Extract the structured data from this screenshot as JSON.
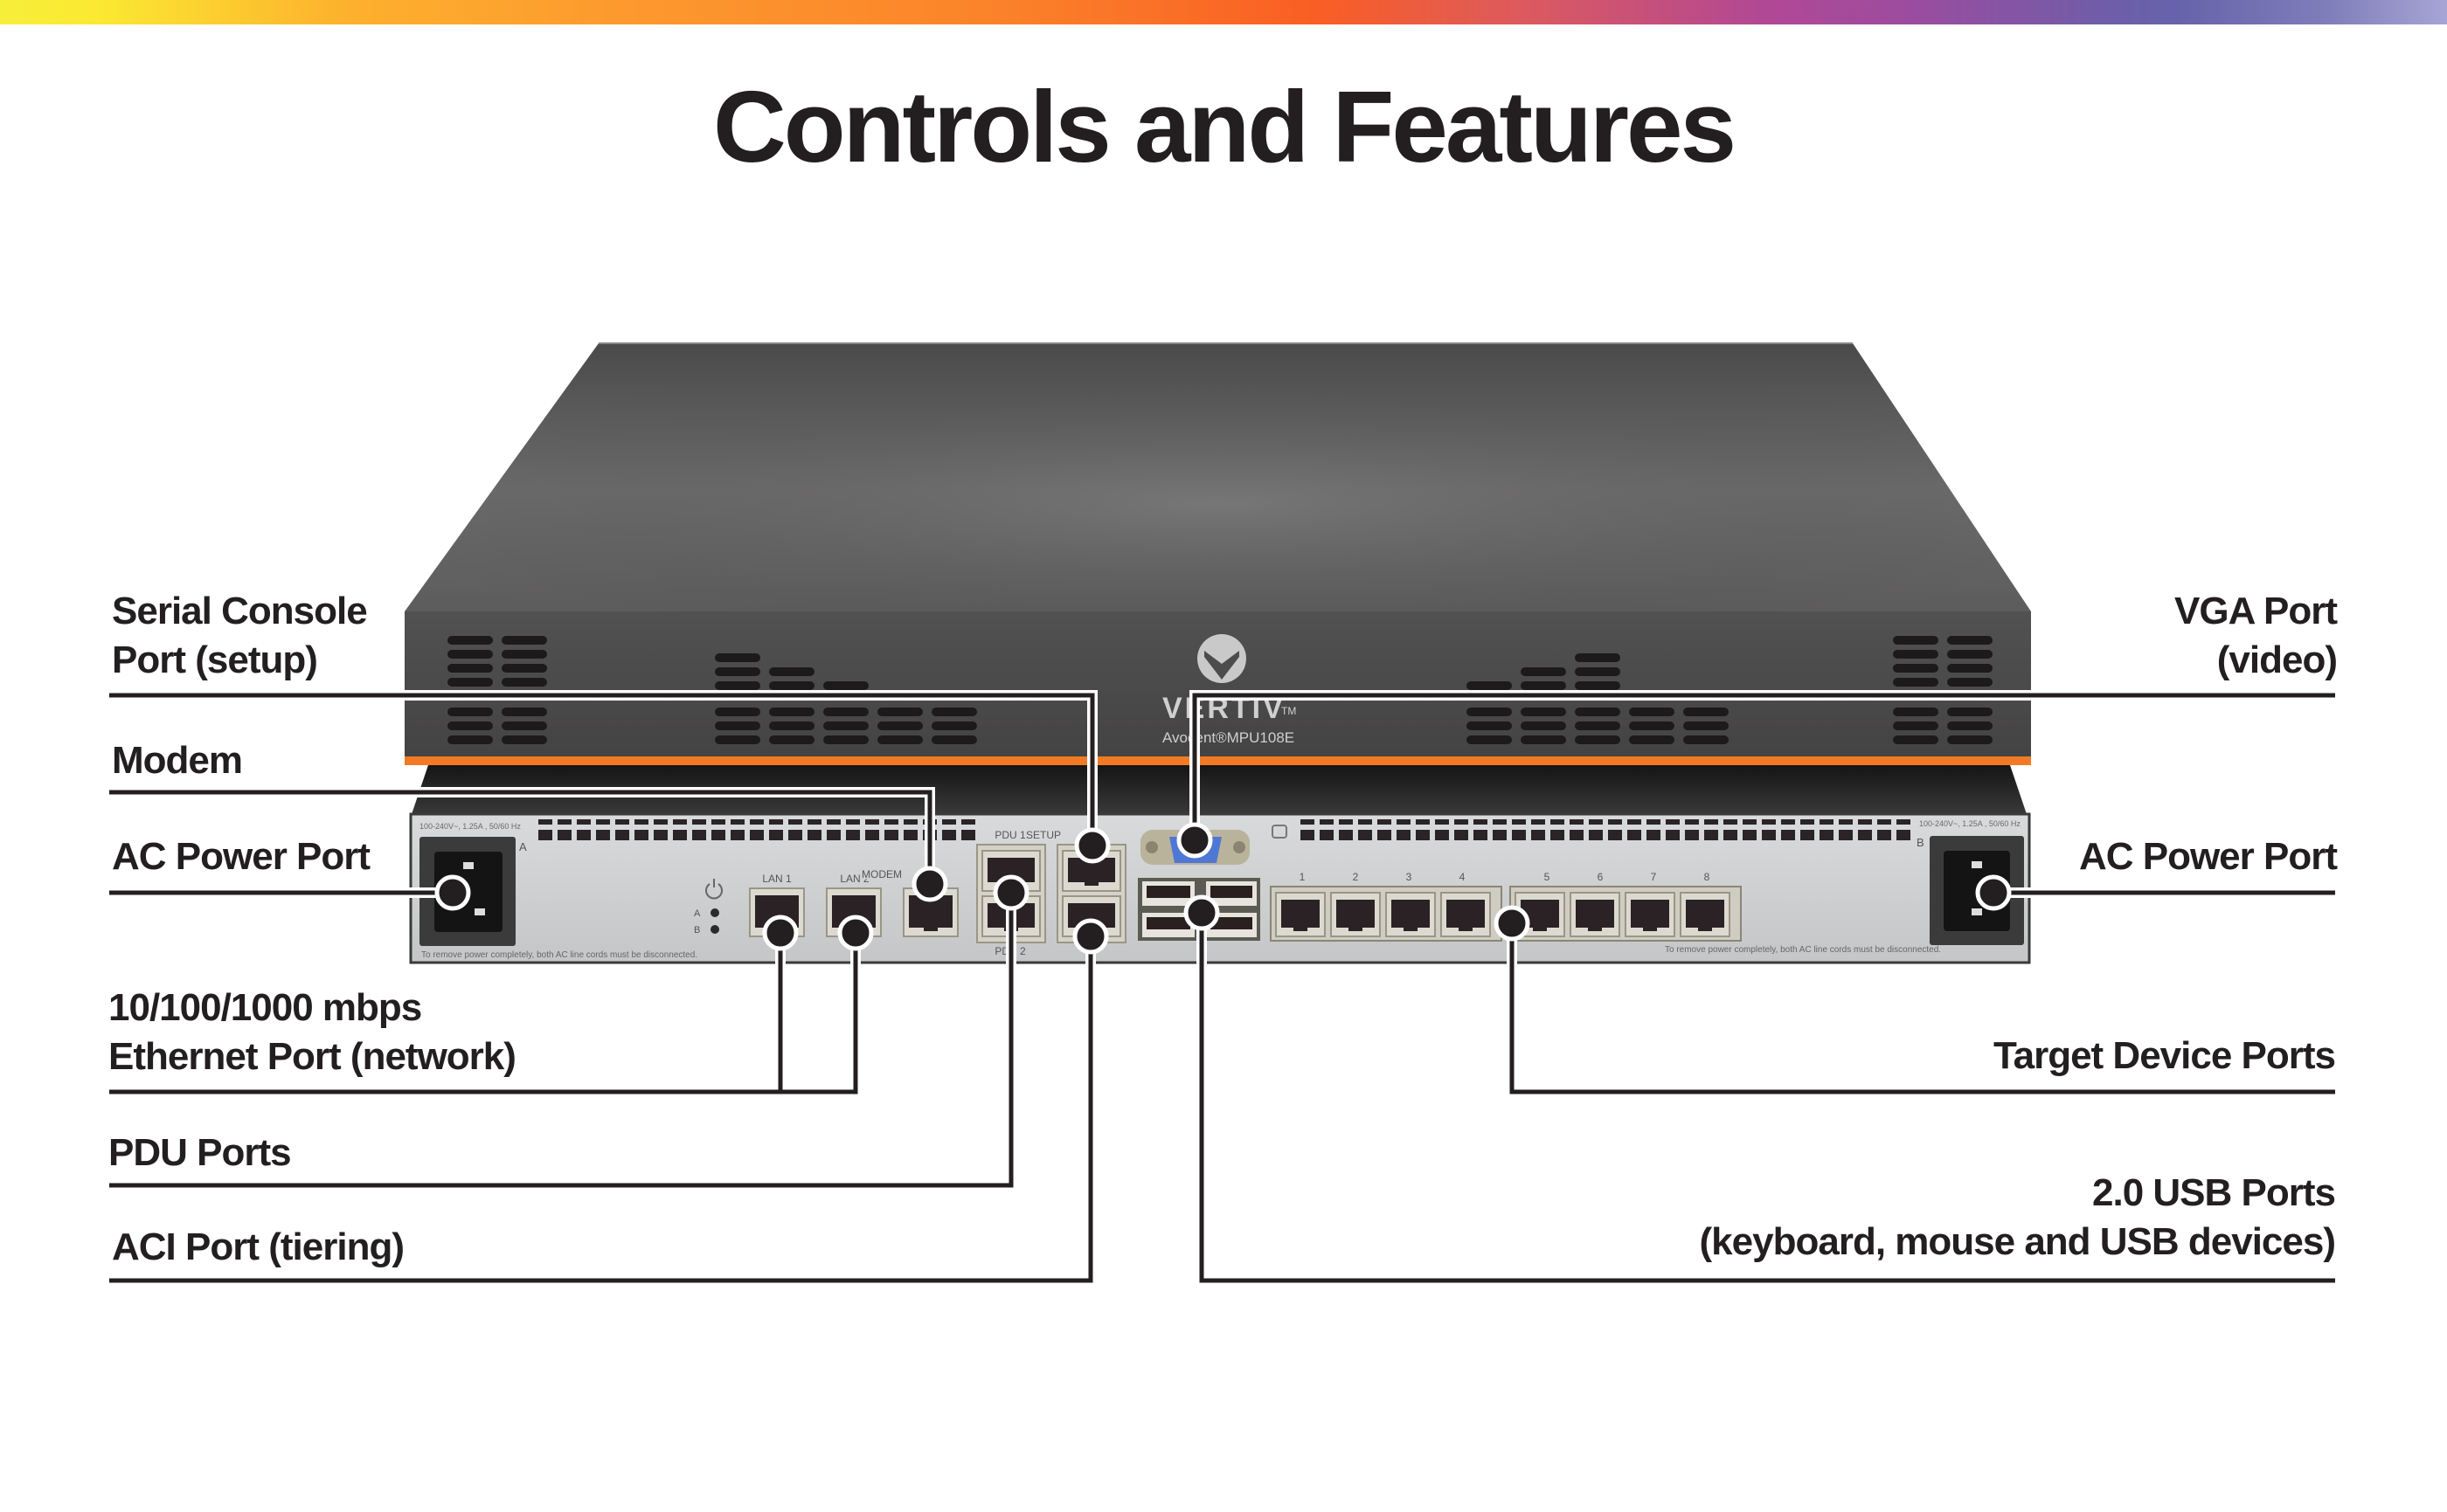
{
  "header": {
    "title": "Controls and Features",
    "gradient_colors": [
      "#f7ee3a",
      "#fd9a2e",
      "#f95e24",
      "#b24895",
      "#6663ab",
      "#a6a5d5"
    ]
  },
  "device": {
    "brand": "VERTIV",
    "trademark": "TM",
    "model": "Avocent®MPU108E",
    "logo_icon": "vertiv-logo-icon",
    "colors": {
      "chassis": "#4a4848",
      "accent_stripe": "#f37a25",
      "back_panel": "#cfd1d2"
    },
    "back_panel": {
      "power_rating_a": "100-240V~, 1.25A , 50/60 Hz",
      "power_rating_b": "100-240V~, 1.25A , 50/60 Hz",
      "psu_a_label": "A",
      "psu_b_label": "B",
      "led_a": "A",
      "led_b": "B",
      "lan1": "LAN 1",
      "lan2": "LAN 2",
      "modem": "MODEM",
      "pdu1": "PDU 1",
      "pdu2": "PDU 2",
      "setup": "SETUP",
      "target_numbers": [
        "1",
        "2",
        "3",
        "4",
        "5",
        "6",
        "7",
        "8"
      ],
      "warning_left": "To remove power completely, both AC line cords must be disconnected.",
      "warning_right": "To remove power completely, both AC line cords must be disconnected."
    }
  },
  "callouts": {
    "serial_console": {
      "line1": "Serial Console",
      "line2": "Port (setup)"
    },
    "modem": {
      "line1": "Modem"
    },
    "ac_power_left": {
      "line1": "AC Power Port"
    },
    "ethernet": {
      "line1": "10/100/1000 mbps",
      "line2": "Ethernet Port (network)"
    },
    "pdu": {
      "line1": "PDU Ports"
    },
    "aci": {
      "line1": "ACI Port (tiering)"
    },
    "vga": {
      "line1": "VGA Port",
      "line2": "(video)"
    },
    "ac_power_right": {
      "line1": "AC Power Port"
    },
    "target": {
      "line1": "Target Device Ports"
    },
    "usb": {
      "line1": "2.0 USB Ports",
      "line2": "(keyboard, mouse and USB devices)"
    }
  }
}
